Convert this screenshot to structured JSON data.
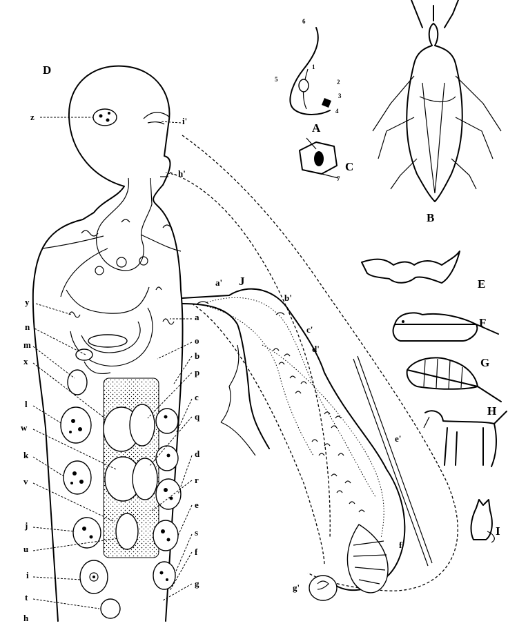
{
  "figure": {
    "panels": [
      "A",
      "B",
      "C",
      "D",
      "E",
      "F",
      "G",
      "H",
      "I",
      "J"
    ],
    "bug_numbers": [
      "1",
      "2",
      "3",
      "4",
      "5",
      "6",
      "7"
    ],
    "human_left_labels": [
      "z",
      "y",
      "n",
      "m",
      "x",
      "l",
      "w",
      "k",
      "v",
      "j",
      "u",
      "i",
      "t",
      "h"
    ],
    "human_right_labels": [
      "i'",
      "h'",
      "a",
      "o",
      "b",
      "p",
      "c",
      "q",
      "d",
      "r",
      "e",
      "s",
      "f",
      "g"
    ],
    "bug_gut_labels": [
      "a'",
      "b'",
      "c'",
      "d'",
      "e'",
      "f'",
      "g'"
    ]
  }
}
